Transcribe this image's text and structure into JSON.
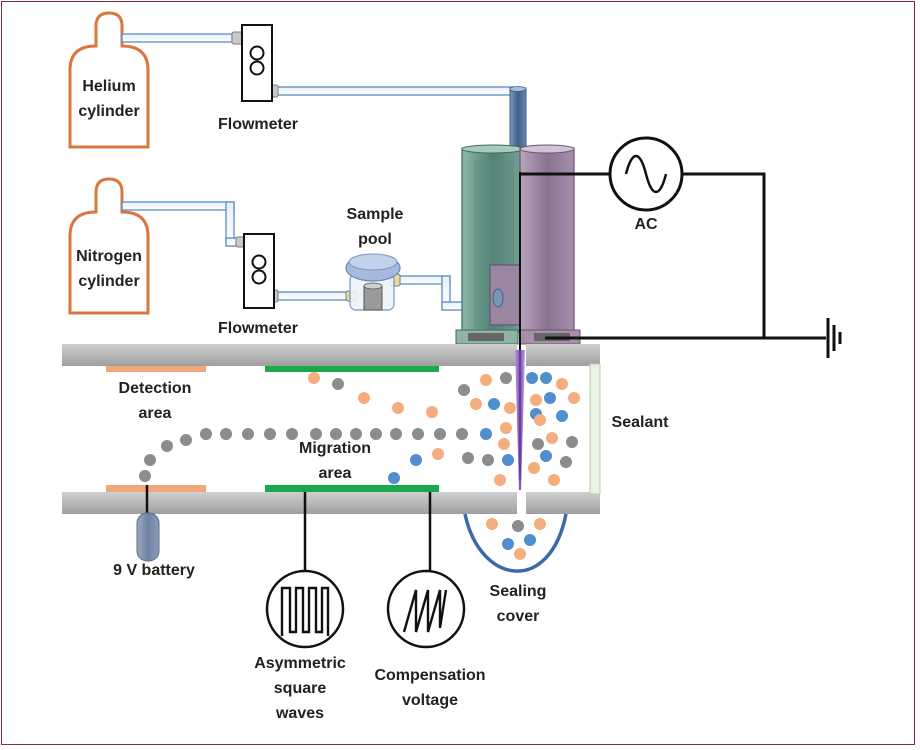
{
  "labels": {
    "helium_1": "Helium",
    "helium_2": "cylinder",
    "nitrogen_1": "Nitrogen",
    "nitrogen_2": "cylinder",
    "flowmeter_top": "Flowmeter",
    "flowmeter_bottom": "Flowmeter",
    "sample_pool_1": "Sample",
    "sample_pool_2": "pool",
    "ac": "AC",
    "detection_1": "Detection",
    "detection_2": "area",
    "migration_1": "Migration",
    "migration_2": "area",
    "sealant": "Sealant",
    "battery": "9 V battery",
    "asym_1": "Asymmetric",
    "asym_2": "square",
    "asym_3": "waves",
    "comp_1": "Compensation",
    "comp_2": "voltage",
    "sealing_1": "Sealing",
    "sealing_2": "cover"
  },
  "colors": {
    "cylinder": "#d9773f",
    "tube": "#5b8dc6",
    "channel_plate": "#bdbdbd",
    "detection_electrode": "#f0a878",
    "migration_electrode": "#1aa84c",
    "ion_gray": "#8c8c8c",
    "ion_orange": "#f4ae7e",
    "ion_blue": "#4f8fcf",
    "source_green": "#6e9a8c",
    "source_purple": "#a08aa6",
    "needle": "#6b3aa8",
    "sealing_cover": "#3a6aa8",
    "battery": "#7f92b0",
    "frame": "#8a2a3a"
  },
  "icons": [
    "gas-cylinder-icon",
    "flowmeter-icon",
    "ac-source-icon",
    "ground-icon",
    "square-wave-icon",
    "sawtooth-wave-icon"
  ]
}
